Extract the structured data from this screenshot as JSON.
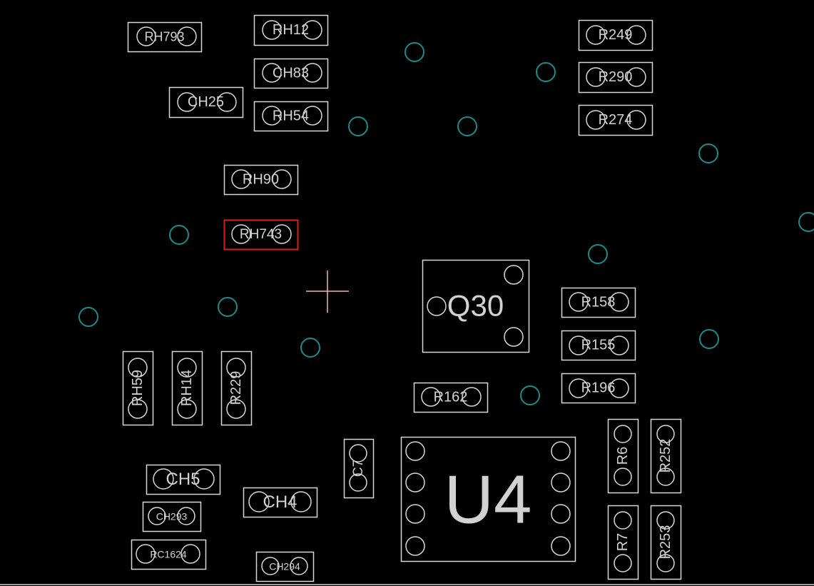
{
  "colors": {
    "background": "#000000",
    "outline": "#d8d8d8",
    "label": "#d2d2d2",
    "via": "#1f8a8a",
    "selection": "#d81f1f",
    "cursor": "#e8b8b8",
    "big_label": "#8c8c8c"
  },
  "selected_component": "RH743",
  "components": [
    {
      "ref": "RH793"
    },
    {
      "ref": "RH12"
    },
    {
      "ref": "CH83"
    },
    {
      "ref": "CH25"
    },
    {
      "ref": "RH54"
    },
    {
      "ref": "RH90"
    },
    {
      "ref": "RH743"
    },
    {
      "ref": "R249"
    },
    {
      "ref": "R290"
    },
    {
      "ref": "R274"
    },
    {
      "ref": "Q30"
    },
    {
      "ref": "R158"
    },
    {
      "ref": "R155"
    },
    {
      "ref": "R196"
    },
    {
      "ref": "R162"
    },
    {
      "ref": "RH59"
    },
    {
      "ref": "RH14"
    },
    {
      "ref": "R229"
    },
    {
      "ref": "C7"
    },
    {
      "ref": "U4"
    },
    {
      "ref": "R6"
    },
    {
      "ref": "R252"
    },
    {
      "ref": "R7"
    },
    {
      "ref": "R253"
    },
    {
      "ref": "CH5"
    },
    {
      "ref": "CH4"
    },
    {
      "ref": "CH293"
    },
    {
      "ref": "RC1624"
    },
    {
      "ref": "CH294"
    }
  ]
}
